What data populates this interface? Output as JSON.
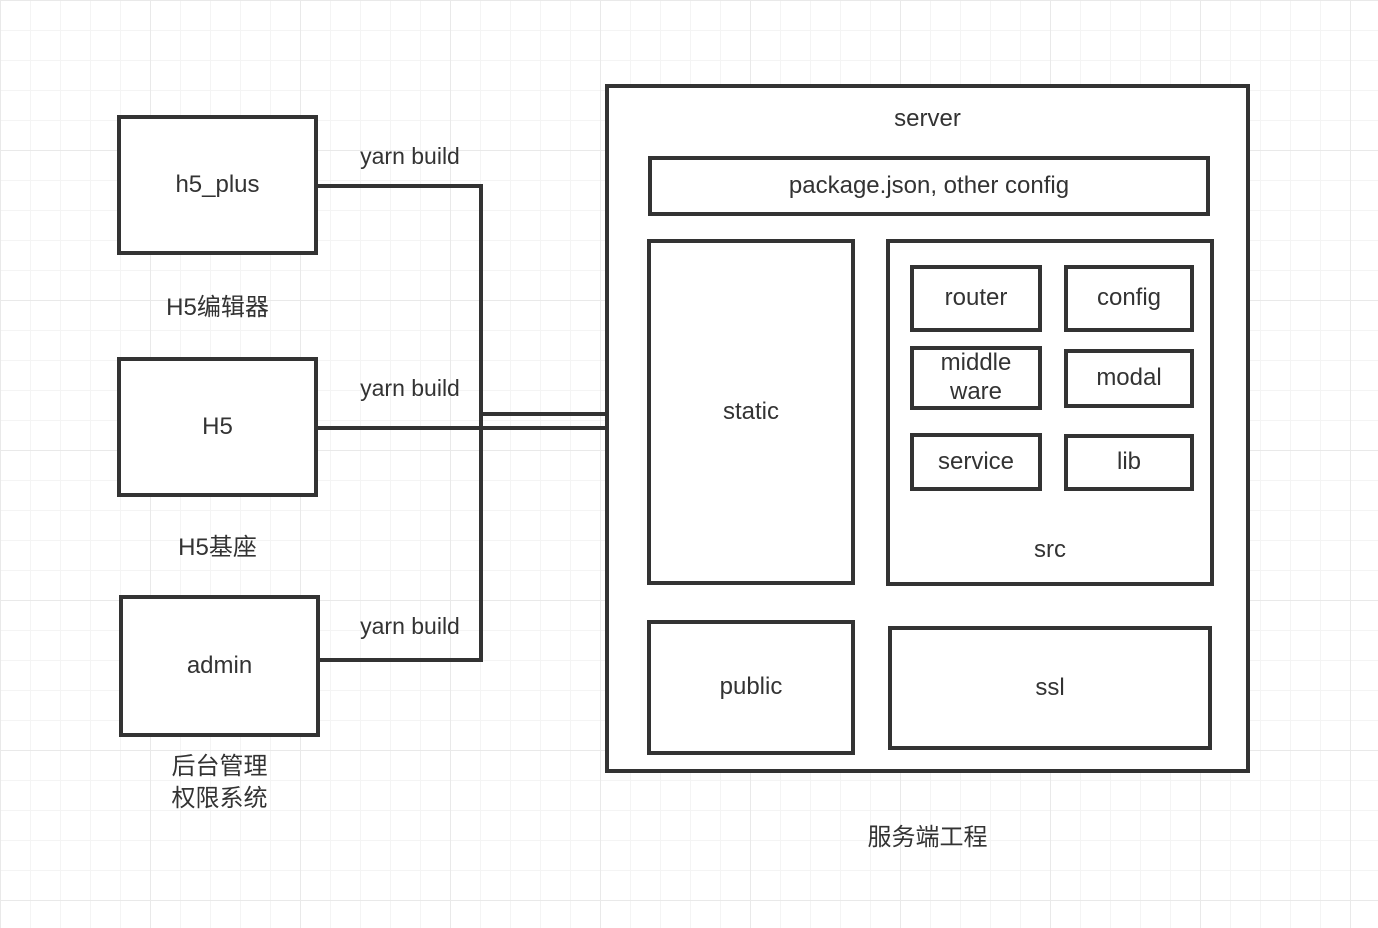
{
  "diagram": {
    "clients": [
      {
        "name": "h5_plus",
        "caption": "H5编辑器",
        "edge_label": "yarn build"
      },
      {
        "name": "H5",
        "caption": "H5基座",
        "edge_label": "yarn build"
      },
      {
        "name": "admin",
        "caption": "后台管理\n权限系统",
        "edge_label": "yarn build"
      }
    ],
    "server": {
      "title": "server",
      "config_file_box": "package.json, other config",
      "static_box": "static",
      "src": {
        "label": "src",
        "modules": [
          "router",
          "config",
          "middle ware",
          "modal",
          "service",
          "lib"
        ]
      },
      "public_box": "public",
      "ssl_box": "ssl",
      "caption": "服务端工程"
    },
    "colors": {
      "stroke": "#333333",
      "text": "#333333",
      "background": "#ffffff",
      "grid_minor": "#f4f4f4",
      "grid_major": "#e9e9e9"
    }
  }
}
